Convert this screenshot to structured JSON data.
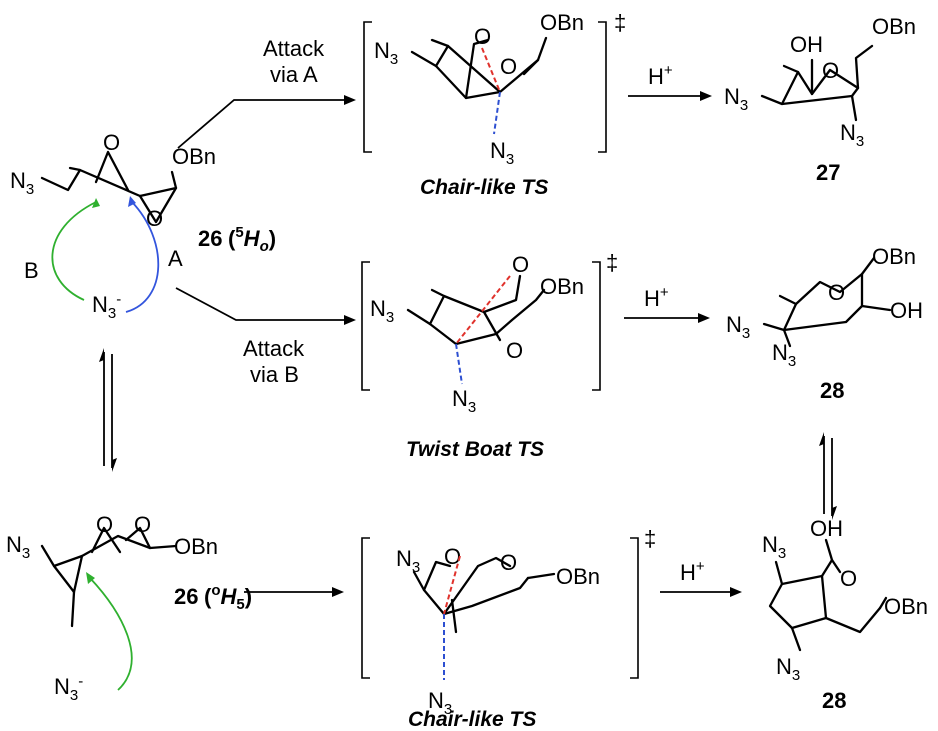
{
  "colors": {
    "attack_a": "#3b5bdb",
    "attack_b": "#2fb02f",
    "red_dash": "#e0322c",
    "blue_dash": "#2d4fd1",
    "ink": "#000000"
  },
  "labels": {
    "attack_via_a_1": "Attack",
    "attack_via_a_2": "via A",
    "attack_via_b_1": "Attack",
    "attack_via_b_2": "via B",
    "path_a": "A",
    "path_b": "B",
    "chair_ts": "Chair-like TS",
    "twist_boat_ts": "Twist Boat TS",
    "dagger": "‡",
    "h_plus": "H",
    "plus": "+",
    "cmpd_26": "26",
    "conf_5ho_open": "(",
    "conf_5ho_sup": "5",
    "conf_5ho_h": "H",
    "conf_5ho_sub": "o",
    "conf_close": ")",
    "conf_oh5_sup": "o",
    "conf_oh5_h": "H",
    "conf_oh5_sub": "5",
    "cmpd_27": "27",
    "cmpd_28": "28",
    "obn": "OBn",
    "oh": "OH",
    "o": "O",
    "n": "N",
    "n3_sub": "3",
    "minus": "-"
  }
}
